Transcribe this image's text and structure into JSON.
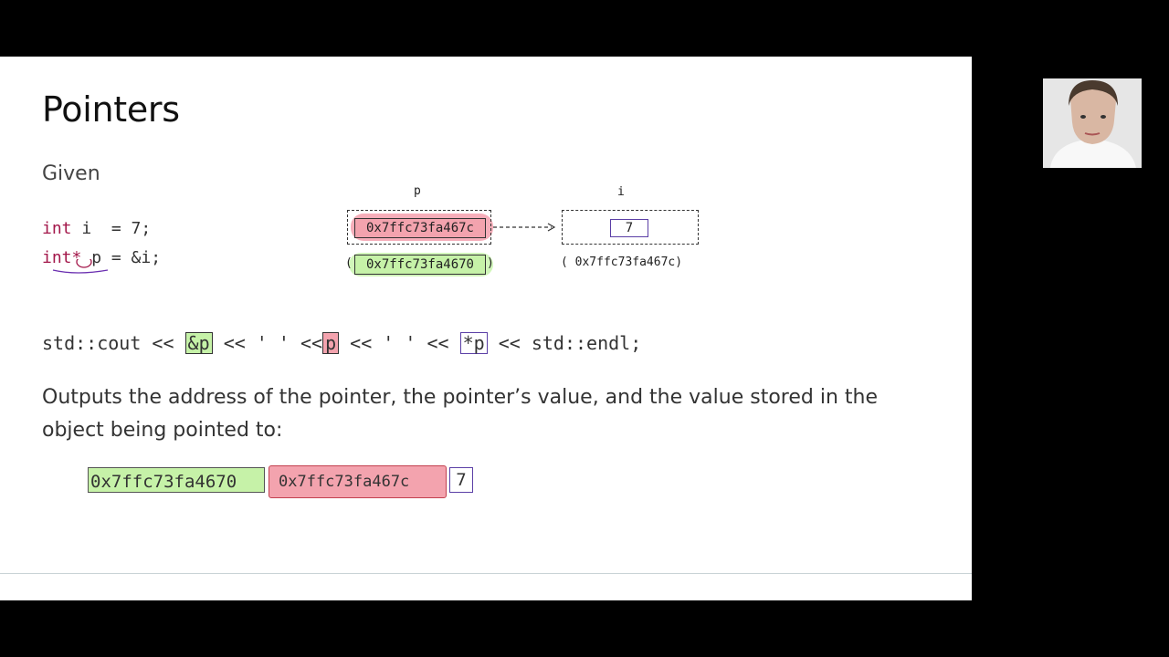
{
  "slide": {
    "title": "Pointers",
    "given_label": "Given",
    "code": {
      "line1_kw": "int",
      "line1_rest": " i  = 7;",
      "line2_kw": "int",
      "line2_star": "*",
      "line2_rest": " p = &i;"
    },
    "diagram": {
      "p_label": "p",
      "i_label": "i",
      "p_value": "0x7ffc73fa467c",
      "p_address": "0x7ffc73fa4670",
      "i_value": "7",
      "i_address": "( 0x7ffc73fa467c)"
    },
    "cout": {
      "start": "std::cout << ",
      "addr_p": "&p",
      "sep1": "<< ' ' <<",
      "p": "p",
      "sep2": "<< ' ' << ",
      "deref_p": "*p",
      "end": "<< std::endl;"
    },
    "description": "Outputs the address of the pointer, the pointer’s value, and the value stored in the object being pointed to:",
    "output": {
      "addr": "0x7ffc73fa4670",
      "value": "0x7ffc73fa467c",
      "deref": "7"
    }
  },
  "colors": {
    "keyword": "#a3174a",
    "red_highlight": "#f3a3ae",
    "green_highlight": "#c6f2a8",
    "deref_box": "#5b3fa6"
  }
}
